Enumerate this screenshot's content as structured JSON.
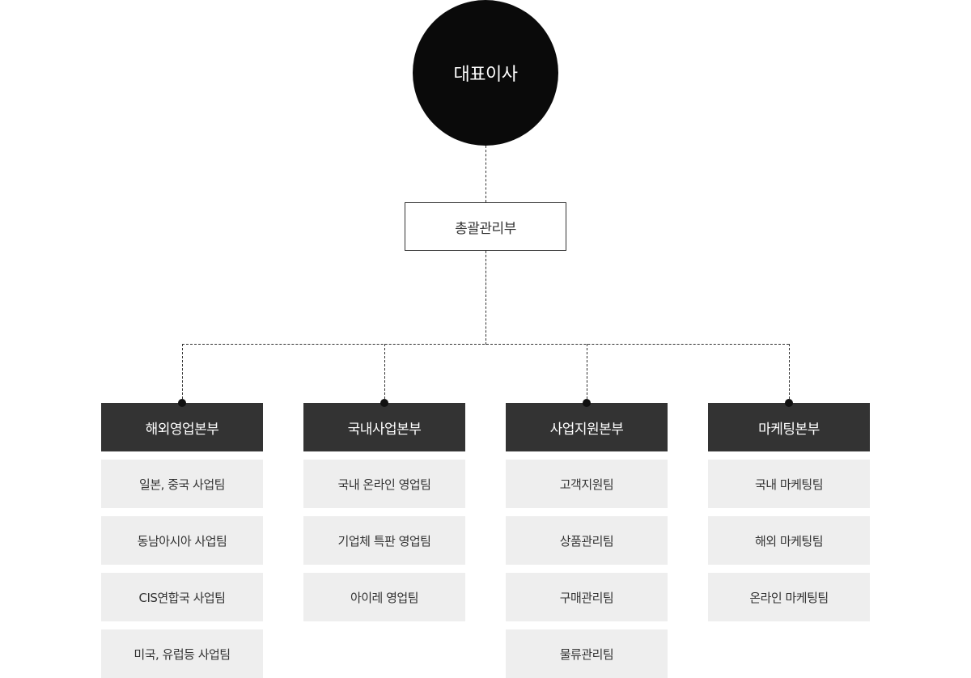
{
  "ceo": {
    "label": "대표이사"
  },
  "general": {
    "label": "총괄관리부"
  },
  "colors": {
    "ceo_bg": "#0a0a0a",
    "division_bg": "#333333",
    "team_bg": "#eeeeee",
    "line": "#333333"
  },
  "divisions": [
    {
      "label": "해외영업본부",
      "teams": [
        "일본, 중국 사업팀",
        "동남아시아 사업팀",
        "CIS연합국 사업팀",
        "미국, 유럽등 사업팀"
      ]
    },
    {
      "label": "국내사업본부",
      "teams": [
        "국내 온라인 영업팀",
        "기업체 특판 영업팀",
        "아이레 영업팀"
      ]
    },
    {
      "label": "사업지원본부",
      "teams": [
        "고객지원팀",
        "상품관리팀",
        "구매관리팀",
        "물류관리팀"
      ]
    },
    {
      "label": "마케팅본부",
      "teams": [
        "국내 마케팅팀",
        "해외 마케팅팀",
        "온라인 마케팅팀"
      ]
    }
  ]
}
